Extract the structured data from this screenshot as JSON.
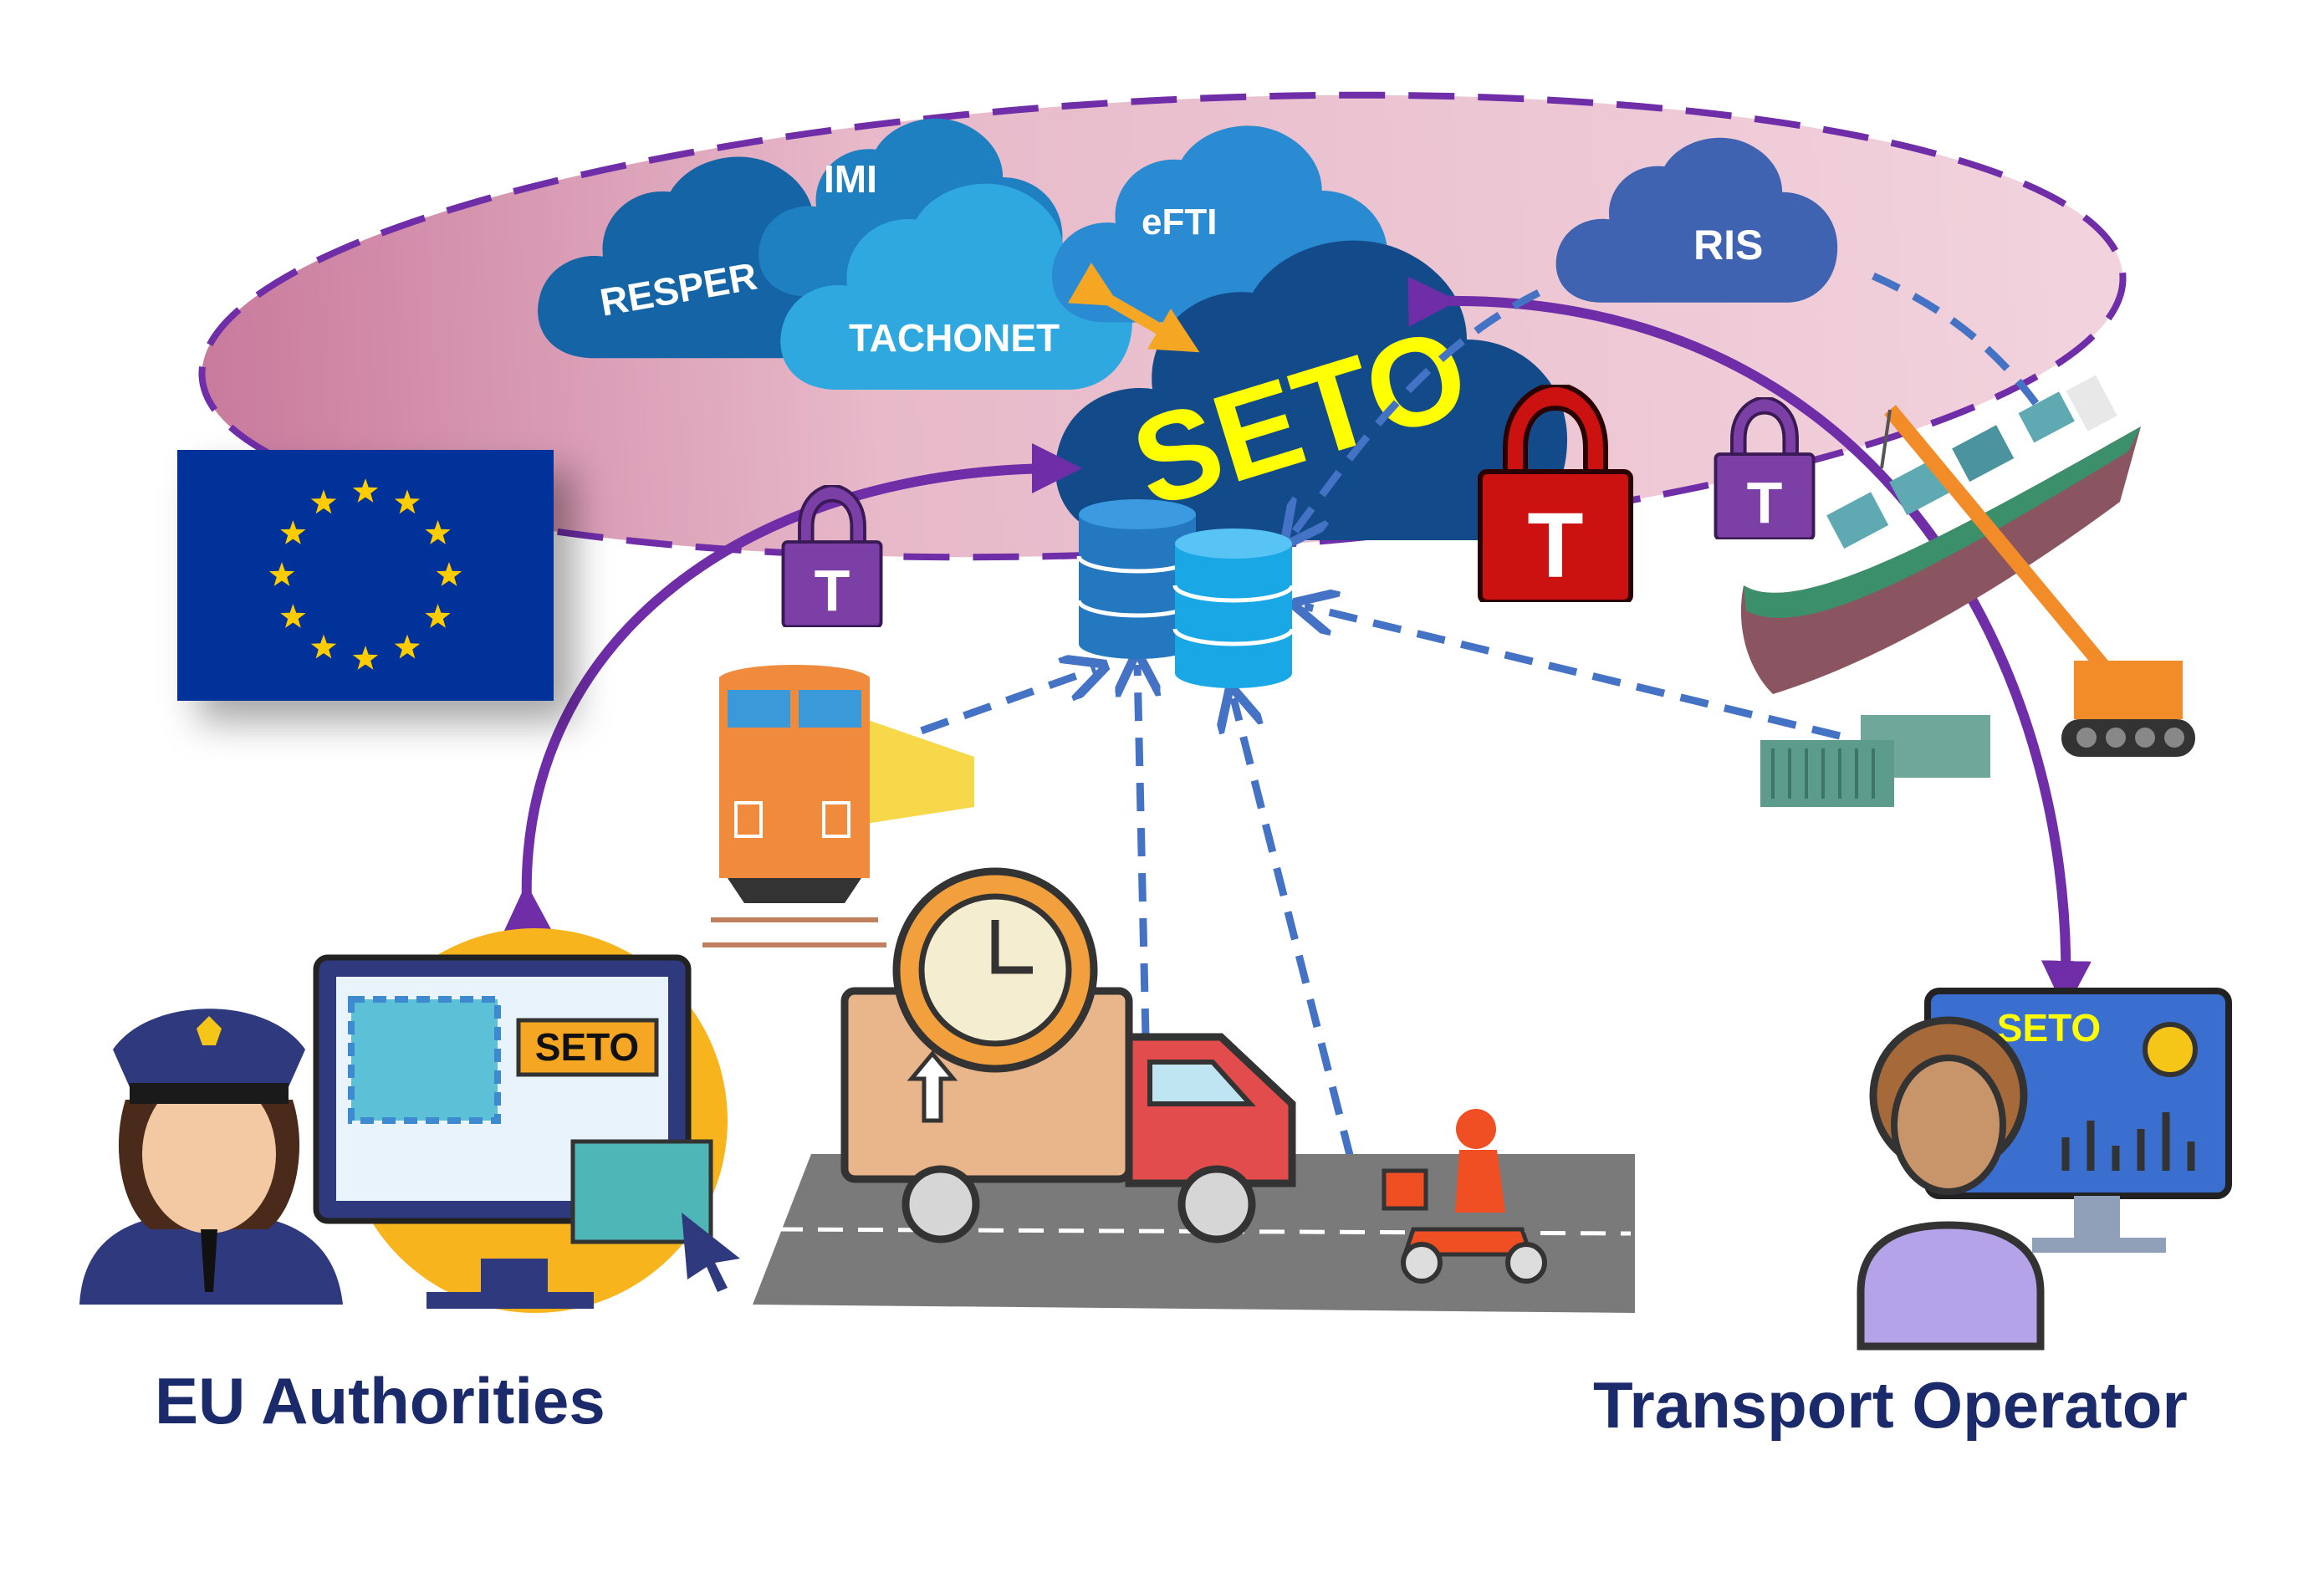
{
  "clouds": {
    "resper": "RESPER",
    "imi": "IMI",
    "efti": "eFTI",
    "tachonet": "TACHONET",
    "seto": "SETO",
    "ris": "RIS"
  },
  "screens": {
    "authority_screen_label": "SETO",
    "operator_screen_label": "SETO"
  },
  "locks": {
    "glyph": "T"
  },
  "captions": {
    "eu_authorities": "EU Authorities",
    "transport_operator": "Transport Operator"
  },
  "colors": {
    "arc_purple": "#6f2da8",
    "dashed_blue": "#4472c4",
    "eu_blue": "#003399",
    "eu_star": "#ffcc00",
    "seto_text": "#ffff00",
    "caption_navy": "#1b2a6b"
  },
  "icons": [
    "eu-flag-icon",
    "lock-icon",
    "database-icon",
    "train-icon",
    "delivery-truck-icon",
    "clock-icon",
    "scooter-courier-icon",
    "cargo-ship-icon",
    "crane-icon",
    "container-icon",
    "police-officer-icon",
    "computer-monitor-icon",
    "operator-person-icon"
  ]
}
